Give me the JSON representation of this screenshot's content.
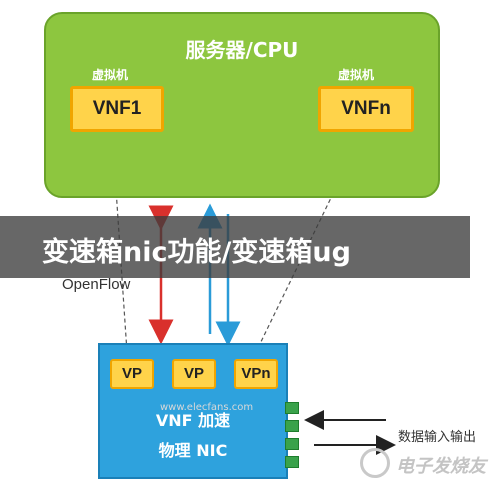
{
  "server": {
    "title": "服务器/CPU",
    "vm_label_left": "虚拟机",
    "vm_label_right": "虚拟机",
    "vnf_left": "VNF1",
    "vnf_right": "VNFn"
  },
  "openflow_label": "OpenFlow",
  "nic": {
    "ports": [
      "VP",
      "VP",
      "VPn"
    ],
    "line1": "VNF 加速",
    "line2": "物理 NIC"
  },
  "io_label": "数据输入输出",
  "banner": {
    "title": "变速箱nic功能/变速箱ug"
  },
  "watermark": {
    "text": "电子发烧友",
    "url": "www.elecfans.com"
  },
  "colors": {
    "server_green": "#8dc63f",
    "vnf_yellow": "#ffd34a",
    "nic_blue": "#2ea2dd",
    "arrow_red": "#d9302c",
    "arrow_blue": "#2a9bd8"
  }
}
